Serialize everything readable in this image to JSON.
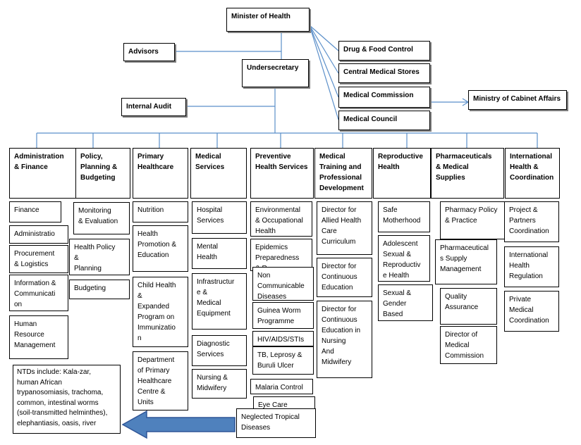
{
  "top": {
    "minister": "Minister of Health",
    "advisors": "Advisors",
    "undersecretary": "Undersecretary",
    "internal_audit": "Internal Audit",
    "drug_food": "Drug & Food Control",
    "central_stores": "Central Medical Stores",
    "medical_commission": "Medical Commission",
    "medical_council": "Medical Council",
    "cabinet_affairs": "Ministry of Cabinet Affairs"
  },
  "departments": {
    "administration": "Administration\n& Finance",
    "policy": "Policy,\nPlanning &\nBudgeting",
    "primary": "Primary\nHealthcare",
    "medical_services": "Medical\nServices",
    "preventive": "Preventive\nHealth Services",
    "training": "Medical\nTraining and\nProfessional\nDevelopment",
    "reproductive": "Reproductive\nHealth",
    "pharma": "Pharmaceuticals\n& Medical\nSupplies",
    "international": "International\nHealth &\nCoordination"
  },
  "units": {
    "finance": "Finance",
    "administratio": "Administratio",
    "procurement": "Procurement\n& Logistics",
    "information": "Information &\nCommunicati\non",
    "human_resource": "Human\nResource\nManagement",
    "monitoring": "Monitoring\n& Evaluation",
    "health_policy": "Health Policy\n&\nPlanning",
    "budgeting": "Budgeting",
    "nutrition": "Nutrition",
    "health_promotion": "Health\nPromotion &\nEducation",
    "child_health": "Child Health\n&\nExpanded\nProgram on\nImmunizatio\nn",
    "dept_primary": "Department\nof Primary\nHealthcare\nCentre &\nUnits",
    "hospital": "Hospital\nServices",
    "mental": "Mental\nHealth",
    "infrastructure": "Infrastructur\ne &\nMedical\nEquipment",
    "diagnostic": "Diagnostic\nServices",
    "nursing": "Nursing &\nMidwifery",
    "environmental": "Environmental\n& Occupational\nHealth",
    "epidemics": "Epidemics\nPreparedness\n& R",
    "non_communicable": "Non\nCommunicable\nDiseases",
    "guinea_worm": "Guinea Worm\nProgramme",
    "hiv": "HIV/AIDS/STIs",
    "tb": "TB, Leprosy &\nBuruli Ulcer",
    "malaria": "Malaria Control",
    "eye_care": "Eye Care",
    "ntd": "Neglected Tropical\nDiseases",
    "allied": "Director for\nAllied Health\nCare\nCurriculum",
    "continuous": "Director for\nContinuous\nEducation",
    "continuous_nursing": "Director for\nContinuous\nEducation in\nNursing\nAnd\nMidwifery",
    "safe_motherhood": "Safe\nMotherhood",
    "adolescent": "Adolescent\nSexual &\nReproductiv\ne Health",
    "sexual_gender": "Sexual &\nGender\nBased",
    "pharmacy_policy": "Pharmacy Policy\n& Practice",
    "pharma_supply": "Pharmaceutical\ns Supply\nManagement",
    "quality": "Quality\nAssurance",
    "director_commission": "Director of\nMedical\nCommission",
    "partners": "Project &\nPartners\nCoordination",
    "intl_regulation": "International\nHealth\nRegulation",
    "private": "Private\nMedical\nCoordination"
  },
  "note": {
    "ntds": "NTDs include: Kala-zar,\nhuman African\ntrypanosomiasis, trachoma,\ncommon, intestinal worms\n(soil-transmitted helminthes),\nelephantiasis, oasis, river"
  },
  "colors": {
    "connector": "#5b8fc9",
    "box_border": "#000000",
    "arrow_fill": "#4f81bd",
    "arrow_stroke": "#2f5597"
  }
}
